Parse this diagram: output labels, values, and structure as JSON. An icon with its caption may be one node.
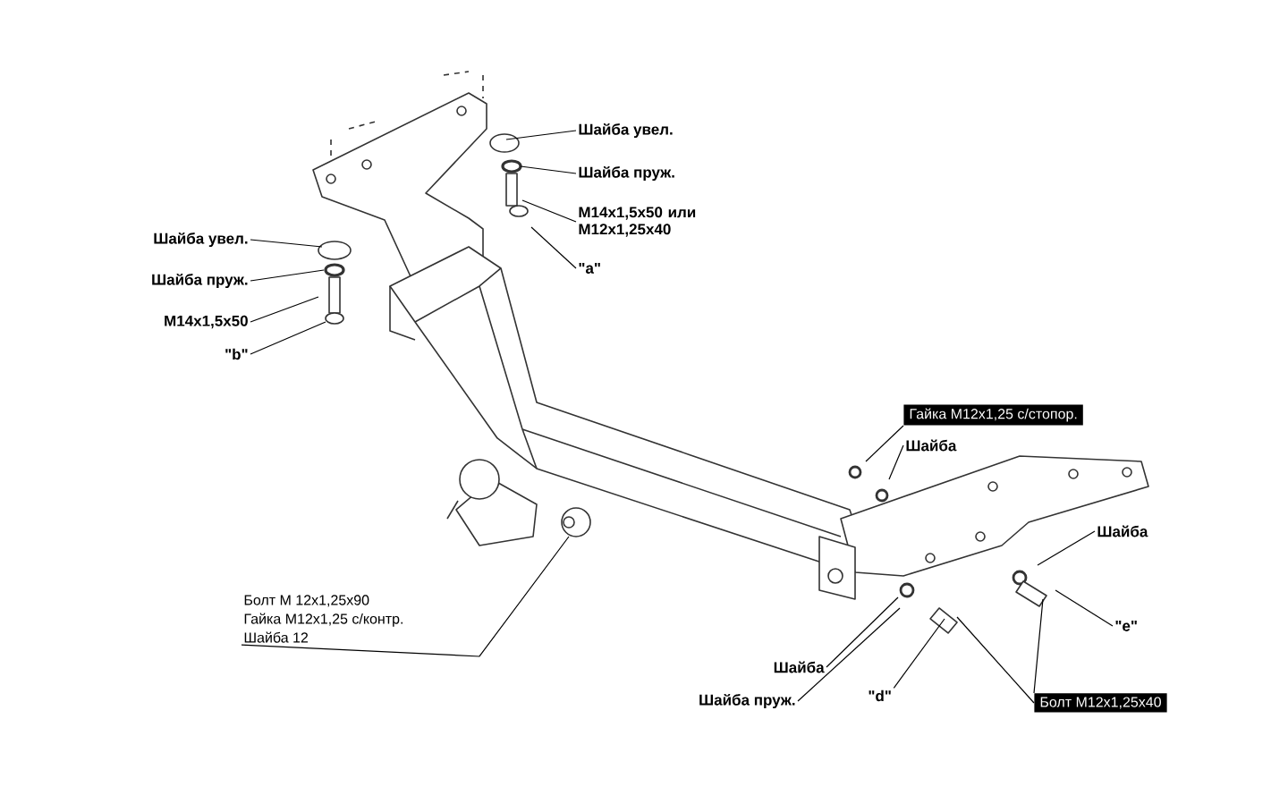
{
  "diagram": {
    "nodes": [
      {
        "text": [
          "Шайба увел."
        ]
      },
      {
        "text": [
          "Шайба пруж."
        ]
      },
      {
        "text": [
          "M14x1,5x50 или M12x1,25x40"
        ]
      },
      {
        "text": [
          "\"a\""
        ]
      },
      {
        "text": [
          "Шайба увел."
        ]
      },
      {
        "text": [
          "Шайба пруж."
        ]
      },
      {
        "text": [
          "M14x1,5x50"
        ]
      },
      {
        "text": [
          "\"b\""
        ]
      },
      {
        "text": [
          "Гайка M12x1,25 с/стопор."
        ]
      },
      {
        "text": [
          "Шайба"
        ]
      },
      {
        "text": [
          "Шайба"
        ]
      },
      {
        "text": [
          "Болт M 12x1,25x90",
          "Гайка M12x1,25 с/контр.",
          "Шайба 12"
        ]
      },
      {
        "text": [
          "\"e\""
        ]
      },
      {
        "text": [
          "Шайба"
        ]
      },
      {
        "text": [
          "Шайба пруж."
        ]
      },
      {
        "text": [
          "\"d\""
        ]
      },
      {
        "text": [
          "Болт M12x1,25x40"
        ]
      }
    ],
    "edges": [
      {
        "from": 0,
        "to": null,
        "arrow": "none"
      },
      {
        "from": 1,
        "to": null,
        "arrow": "none"
      },
      {
        "from": 2,
        "to": null,
        "arrow": "none"
      },
      {
        "from": 3,
        "to": null,
        "arrow": "none"
      },
      {
        "from": 4,
        "to": null,
        "arrow": "none"
      },
      {
        "from": 5,
        "to": null,
        "arrow": "none"
      },
      {
        "from": 6,
        "to": null,
        "arrow": "none"
      },
      {
        "from": 7,
        "to": null,
        "arrow": "none"
      },
      {
        "from": 8,
        "to": null,
        "arrow": "none"
      },
      {
        "from": 9,
        "to": null,
        "arrow": "none"
      },
      {
        "from": 10,
        "to": null,
        "arrow": "none"
      },
      {
        "from": 11,
        "to": null,
        "arrow": "none"
      },
      {
        "from": 12,
        "to": null,
        "arrow": "none"
      },
      {
        "from": 13,
        "to": null,
        "arrow": "none"
      },
      {
        "from": 14,
        "to": null,
        "arrow": "none"
      },
      {
        "from": 15,
        "to": null,
        "arrow": "none"
      },
      {
        "from": 16,
        "to": null,
        "arrow": "none"
      },
      {
        "from": 16,
        "to": null,
        "arrow": "none"
      }
    ]
  }
}
